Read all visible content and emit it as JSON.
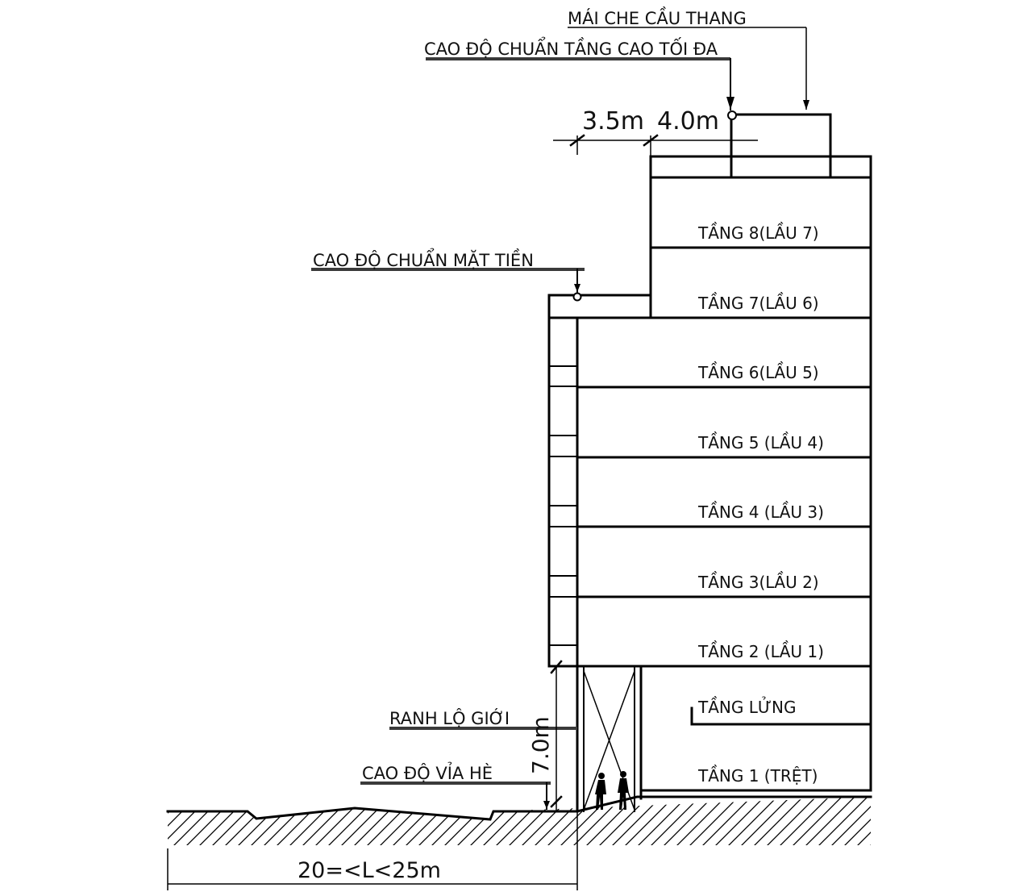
{
  "annotations": {
    "stair_roof": "MÁI CHE CẦU THANG",
    "max_height_datum": "CAO ĐỘ CHUẨN TẦNG CAO TỐI ĐA",
    "facade_datum": "CAO ĐỘ CHUẨN MẶT TIỀN",
    "boundary_line": "RANH LỘ GIỚI",
    "sidewalk_level": "CAO ĐỘ VỈA HÈ"
  },
  "dimensions": {
    "setback_1": "3.5m",
    "setback_2": "4.0m",
    "ground_clearance": "7.0m",
    "road_width": "20=<L<25m"
  },
  "floors": [
    "TẦNG 8(LẦU 7)",
    "TẦNG 7(LẦU 6)",
    "TẦNG 6(LẦU 5)",
    "TẦNG 5 (LẦU 4)",
    "TẦNG 4 (LẦU 3)",
    "TẦNG 3(LẦU 2)",
    "TẦNG 2 (LẦU 1)",
    "TẦNG LỬNG",
    "TẦNG 1 (TRỆT)"
  ]
}
